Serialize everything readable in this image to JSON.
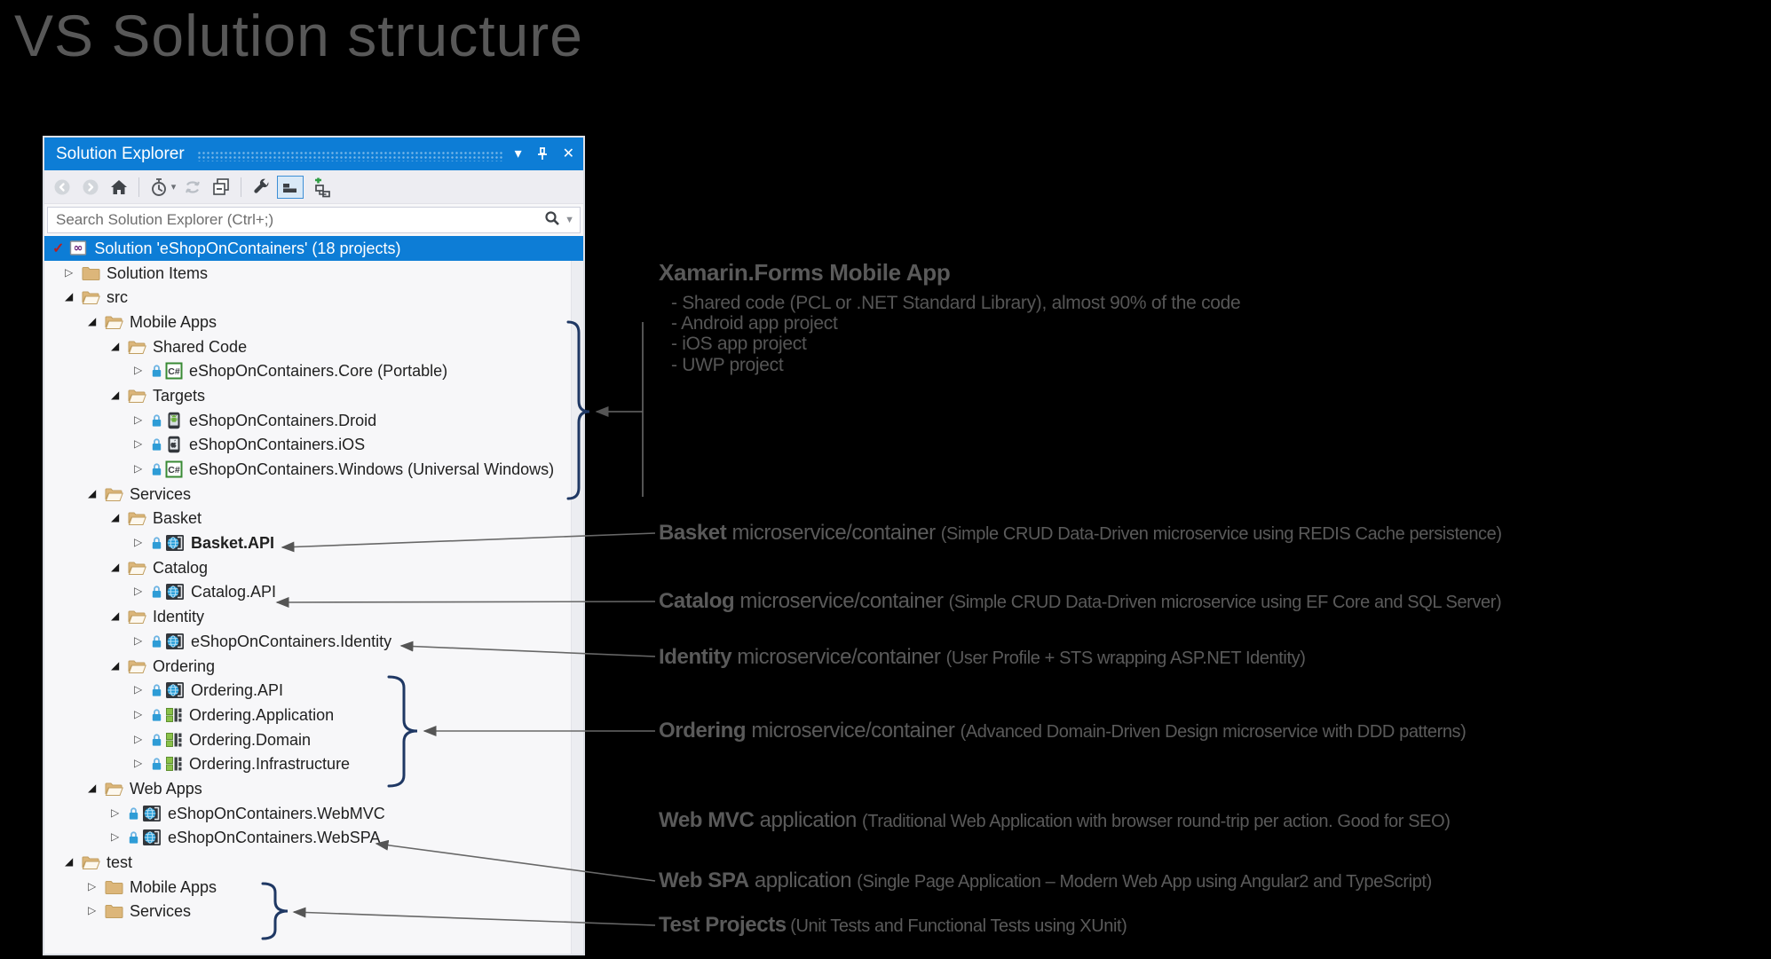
{
  "page": {
    "title": "VS Solution structure"
  },
  "colors": {
    "titlebar_blue": "#0d7dd6",
    "selection_blue": "#0d7dd6",
    "folder_tan": "#dcb67a",
    "brace_navy": "#1f3864",
    "annotation_gray": "#5a5a5a",
    "connector_gray": "#686868",
    "lock_blue": "#2e9cd6",
    "csharp_green": "#388a34",
    "vs_purple": "#68217a"
  },
  "solution_explorer": {
    "title": "Solution Explorer",
    "titlebar_buttons": [
      {
        "name": "window-position-menu",
        "glyph": "chevron-down"
      },
      {
        "name": "pin-window",
        "glyph": "pin"
      },
      {
        "name": "close-window",
        "glyph": "close"
      }
    ],
    "toolbar": [
      {
        "name": "back",
        "glyph": "nav-back",
        "disabled": true
      },
      {
        "name": "forward",
        "glyph": "nav-forward",
        "disabled": true
      },
      {
        "name": "home",
        "glyph": "home"
      },
      {
        "type": "separator"
      },
      {
        "name": "pending-changes-filter",
        "glyph": "clock",
        "dropdown": true
      },
      {
        "name": "sync-with-active-document",
        "glyph": "sync"
      },
      {
        "name": "collapse-all",
        "glyph": "collapse-all"
      },
      {
        "type": "separator"
      },
      {
        "name": "properties",
        "glyph": "wrench"
      },
      {
        "name": "show-all-files",
        "glyph": "show-all-files",
        "active": true
      },
      {
        "name": "switch-views",
        "glyph": "switch-views"
      }
    ],
    "search": {
      "placeholder": "Search Solution Explorer (Ctrl+;)"
    },
    "tree": [
      {
        "label": "Solution 'eShopOnContainers' (18 projects)",
        "level": 0,
        "expander": null,
        "icon": "solution",
        "check": true,
        "selected": true
      },
      {
        "label": "Solution Items",
        "level": 1,
        "expander": "collapsed",
        "icon": "folder-closed"
      },
      {
        "label": "src",
        "level": 1,
        "expander": "expanded",
        "icon": "folder-open"
      },
      {
        "label": "Mobile Apps",
        "level": 2,
        "expander": "expanded",
        "icon": "folder-open"
      },
      {
        "label": "Shared Code",
        "level": 3,
        "expander": "expanded",
        "icon": "folder-open"
      },
      {
        "label": "eShopOnContainers.Core (Portable)",
        "level": 4,
        "expander": "collapsed",
        "icon": "csharp",
        "lock": true
      },
      {
        "label": "Targets",
        "level": 3,
        "expander": "expanded",
        "icon": "folder-open"
      },
      {
        "label": "eShopOnContainers.Droid",
        "level": 4,
        "expander": "collapsed",
        "icon": "droid",
        "lock": true
      },
      {
        "label": "eShopOnContainers.iOS",
        "level": 4,
        "expander": "collapsed",
        "icon": "ios",
        "lock": true
      },
      {
        "label": "eShopOnContainers.Windows (Universal Windows)",
        "level": 4,
        "expander": "collapsed",
        "icon": "csharp",
        "lock": true
      },
      {
        "label": "Services",
        "level": 2,
        "expander": "expanded",
        "icon": "folder-open"
      },
      {
        "label": "Basket",
        "level": 3,
        "expander": "expanded",
        "icon": "folder-open"
      },
      {
        "label": "Basket.API",
        "level": 4,
        "expander": "collapsed",
        "icon": "web",
        "lock": true,
        "bold": true
      },
      {
        "label": "Catalog",
        "level": 3,
        "expander": "expanded",
        "icon": "folder-open"
      },
      {
        "label": "Catalog.API",
        "level": 4,
        "expander": "collapsed",
        "icon": "web",
        "lock": true
      },
      {
        "label": "Identity",
        "level": 3,
        "expander": "expanded",
        "icon": "folder-open"
      },
      {
        "label": "eShopOnContainers.Identity",
        "level": 4,
        "expander": "collapsed",
        "icon": "web",
        "lock": true
      },
      {
        "label": "Ordering",
        "level": 3,
        "expander": "expanded",
        "icon": "folder-open"
      },
      {
        "label": "Ordering.API",
        "level": 4,
        "expander": "collapsed",
        "icon": "web",
        "lock": true
      },
      {
        "label": "Ordering.Application",
        "level": 4,
        "expander": "collapsed",
        "icon": "classlib",
        "lock": true
      },
      {
        "label": "Ordering.Domain",
        "level": 4,
        "expander": "collapsed",
        "icon": "classlib",
        "lock": true
      },
      {
        "label": "Ordering.Infrastructure",
        "level": 4,
        "expander": "collapsed",
        "icon": "classlib",
        "lock": true
      },
      {
        "label": "Web Apps",
        "level": 2,
        "expander": "expanded",
        "icon": "folder-open"
      },
      {
        "label": "eShopOnContainers.WebMVC",
        "level": 3,
        "expander": "collapsed",
        "icon": "web",
        "lock": true
      },
      {
        "label": "eShopOnContainers.WebSPA",
        "level": 3,
        "expander": "collapsed",
        "icon": "web",
        "lock": true
      },
      {
        "label": "test",
        "level": 1,
        "expander": "expanded",
        "icon": "folder-open"
      },
      {
        "label": "Mobile Apps",
        "level": 2,
        "expander": "collapsed",
        "icon": "folder-closed"
      },
      {
        "label": "Services",
        "level": 2,
        "expander": "collapsed",
        "icon": "folder-closed"
      }
    ]
  },
  "annotations": {
    "xamarin": {
      "heading": "Xamarin.Forms Mobile App",
      "bullets": [
        "- Shared code (PCL or .NET Standard Library), almost 90% of the code",
        "- Android app project",
        "- iOS app project",
        "- UWP project"
      ]
    },
    "callouts": [
      {
        "bold": "Basket",
        "mid": "microservice/container",
        "paren": "(Simple CRUD Data-Driven microservice using REDIS Cache persistence)"
      },
      {
        "bold": "Catalog",
        "mid": "microservice/container",
        "paren": "(Simple CRUD Data-Driven microservice using EF Core and SQL Server)"
      },
      {
        "bold": "Identity",
        "mid": "microservice/container",
        "paren": "(User Profile + STS wrapping ASP.NET Identity)"
      },
      {
        "bold": "Ordering",
        "mid": "microservice/container",
        "paren": "(Advanced Domain-Driven Design microservice with DDD patterns)"
      },
      {
        "bold": "Web MVC",
        "mid": "application",
        "paren": "(Traditional Web Application with browser round-trip per action. Good for SEO)"
      },
      {
        "bold": "Web SPA",
        "mid": "application",
        "paren": "(Single Page Application – Modern Web App using Angular2 and TypeScript)"
      },
      {
        "bold": "Test Projects",
        "mid": "",
        "paren": "(Unit Tests and Functional Tests using XUnit)"
      }
    ]
  }
}
